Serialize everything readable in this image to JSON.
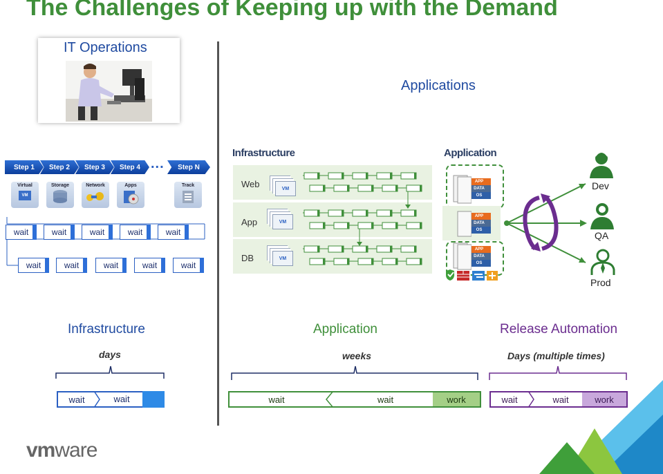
{
  "title": "The Challenges of Keeping up with the Demand",
  "card": {
    "title": "IT Operations"
  },
  "applications_title": "Applications",
  "steps": [
    "Step 1",
    "Step 2",
    "Step 3",
    "Step 4",
    "Step N"
  ],
  "steps_ellipsis": "...",
  "step_icons": [
    "Virtual",
    "Storage",
    "Network",
    "Apps",
    "Track"
  ],
  "vm_label": "VM",
  "wait_label": "wait",
  "work_label": "work",
  "infra_panel": {
    "header": "Infrastructure",
    "rows": [
      "Web",
      "App",
      "DB"
    ]
  },
  "app_panel": {
    "header": "Application",
    "layers": [
      "APP",
      "DATA",
      "OS"
    ]
  },
  "people": [
    "Dev",
    "QA",
    "Prod"
  ],
  "sections": {
    "infrastructure": {
      "title": "Infrastructure",
      "duration": "days",
      "color": "#1f4aa0"
    },
    "application": {
      "title": "Application",
      "duration": "weeks",
      "color": "#3f8f3a"
    },
    "release": {
      "title": "Release Automation",
      "duration": "Days (multiple times)",
      "color": "#6b2d8f"
    }
  },
  "logo": {
    "bold": "vm",
    "light": "ware"
  }
}
